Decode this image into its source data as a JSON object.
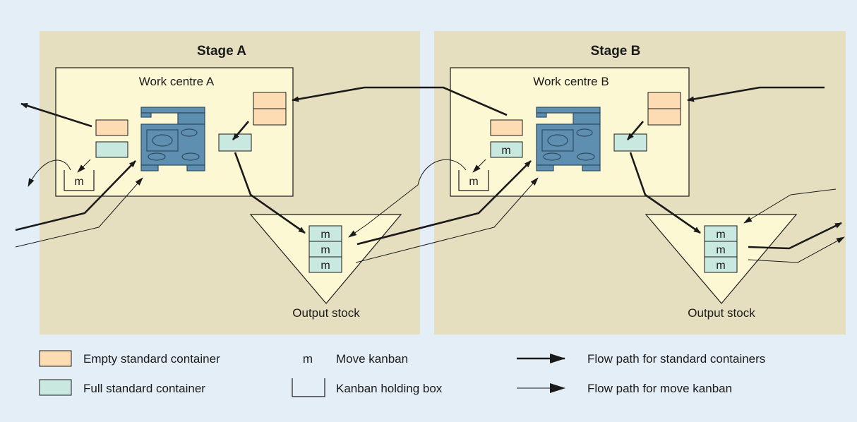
{
  "stages": [
    {
      "title": "Stage A",
      "work_centre": "Work centre A",
      "output_stock": "Output stock"
    },
    {
      "title": "Stage B",
      "work_centre": "Work centre B",
      "output_stock": "Output stock"
    }
  ],
  "kanban_symbol": "m",
  "legend": {
    "empty_container": "Empty standard container",
    "full_container": "Full standard container",
    "move_kanban_symbol": "m",
    "move_kanban": "Move kanban",
    "holding_box": "Kanban holding box",
    "flow_standard": "Flow path for standard containers",
    "flow_kanban": "Flow path for move kanban"
  },
  "colors": {
    "background": "#e4eef6",
    "stage_panel": "#e6dfbf",
    "work_centre_fill": "#fdf8d4",
    "empty_container": "#fddcb4",
    "full_container": "#c9e8e0",
    "machine": "#5f8fb0"
  }
}
